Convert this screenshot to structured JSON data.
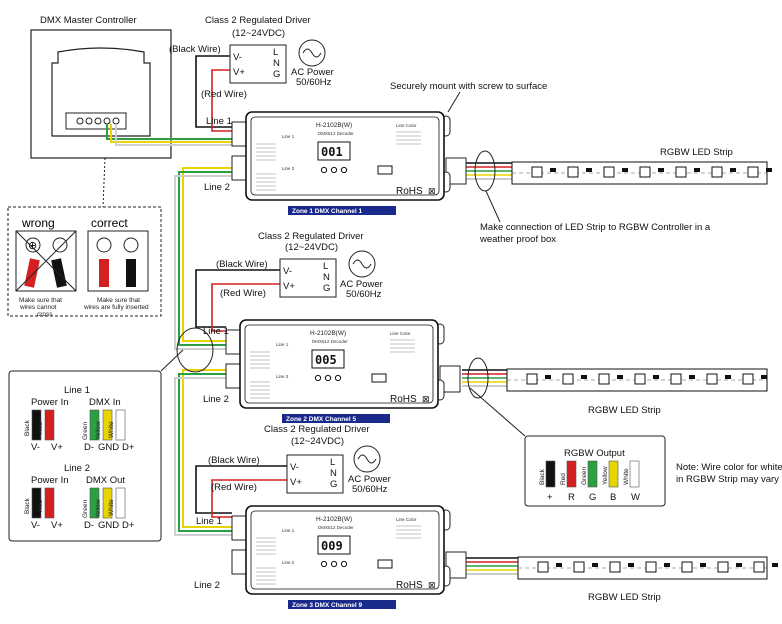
{
  "master": {
    "title": "DMX Master Controller"
  },
  "driver": {
    "title": "Class 2 Regulated Driver",
    "voltage": "(12~24VDC)",
    "v_minus": "V-",
    "v_plus": "V+",
    "l": "L",
    "n": "N",
    "g": "G",
    "ac_label": "AC Power",
    "ac_freq": "50/60Hz",
    "black_wire": "(Black Wire)",
    "red_wire": "(Red Wire)"
  },
  "decoder": {
    "model": "H-2102B(W)",
    "subtitle": "DMX512 Decoder",
    "rohs": "RoHS",
    "line1": "Line 1",
    "line2": "Line 2",
    "line_color": "Line Color",
    "units": [
      {
        "display": "001",
        "zone": "Zone 1 DMX Channel 1"
      },
      {
        "display": "005",
        "zone": "Zone 2 DMX Channel 5"
      },
      {
        "display": "009",
        "zone": "Zone 3 DMX Channel 9"
      }
    ]
  },
  "notes": {
    "mount": "Securely mount with screw to surface",
    "connection_1": "Make connection of LED Strip to RGBW Controller in a",
    "connection_2": "weather proof box",
    "strip": "RGBW LED Strip",
    "wire_color_1": "Note: Wire color for white",
    "wire_color_2": "in RGBW Strip may vary"
  },
  "wrong_correct": {
    "wrong": "wrong",
    "correct": "correct",
    "wrong_note_1": "Make sure that",
    "wrong_note_2": "wires cannot",
    "wrong_note_3": "cross",
    "correct_note_1": "Make sure that",
    "correct_note_2": "wires are fully inserted"
  },
  "legend": {
    "line1": "Line 1",
    "line2": "Line 2",
    "power_in": "Power In",
    "dmx_in": "DMX In",
    "dmx_out": "DMX Out",
    "black": "Black",
    "red": "Red",
    "green": "Green",
    "yellow": "Yellow",
    "white": "White",
    "v_minus": "V-",
    "v_plus": "V+",
    "d_minus": "D-",
    "gnd": "GND",
    "d_plus": "D+"
  },
  "rgbw_output": {
    "title": "RGBW Output",
    "labels": [
      "+",
      "R",
      "G",
      "B",
      "W"
    ],
    "wires": [
      "Black",
      "Red",
      "Green",
      "Yellow",
      "White"
    ]
  },
  "colors": {
    "red": "#d42020",
    "green": "#2aa043",
    "yellow": "#e8d400",
    "black": "#111111",
    "white": "#ffffff",
    "zone_blue": "#1a2a8c",
    "device": "#ffffff"
  }
}
